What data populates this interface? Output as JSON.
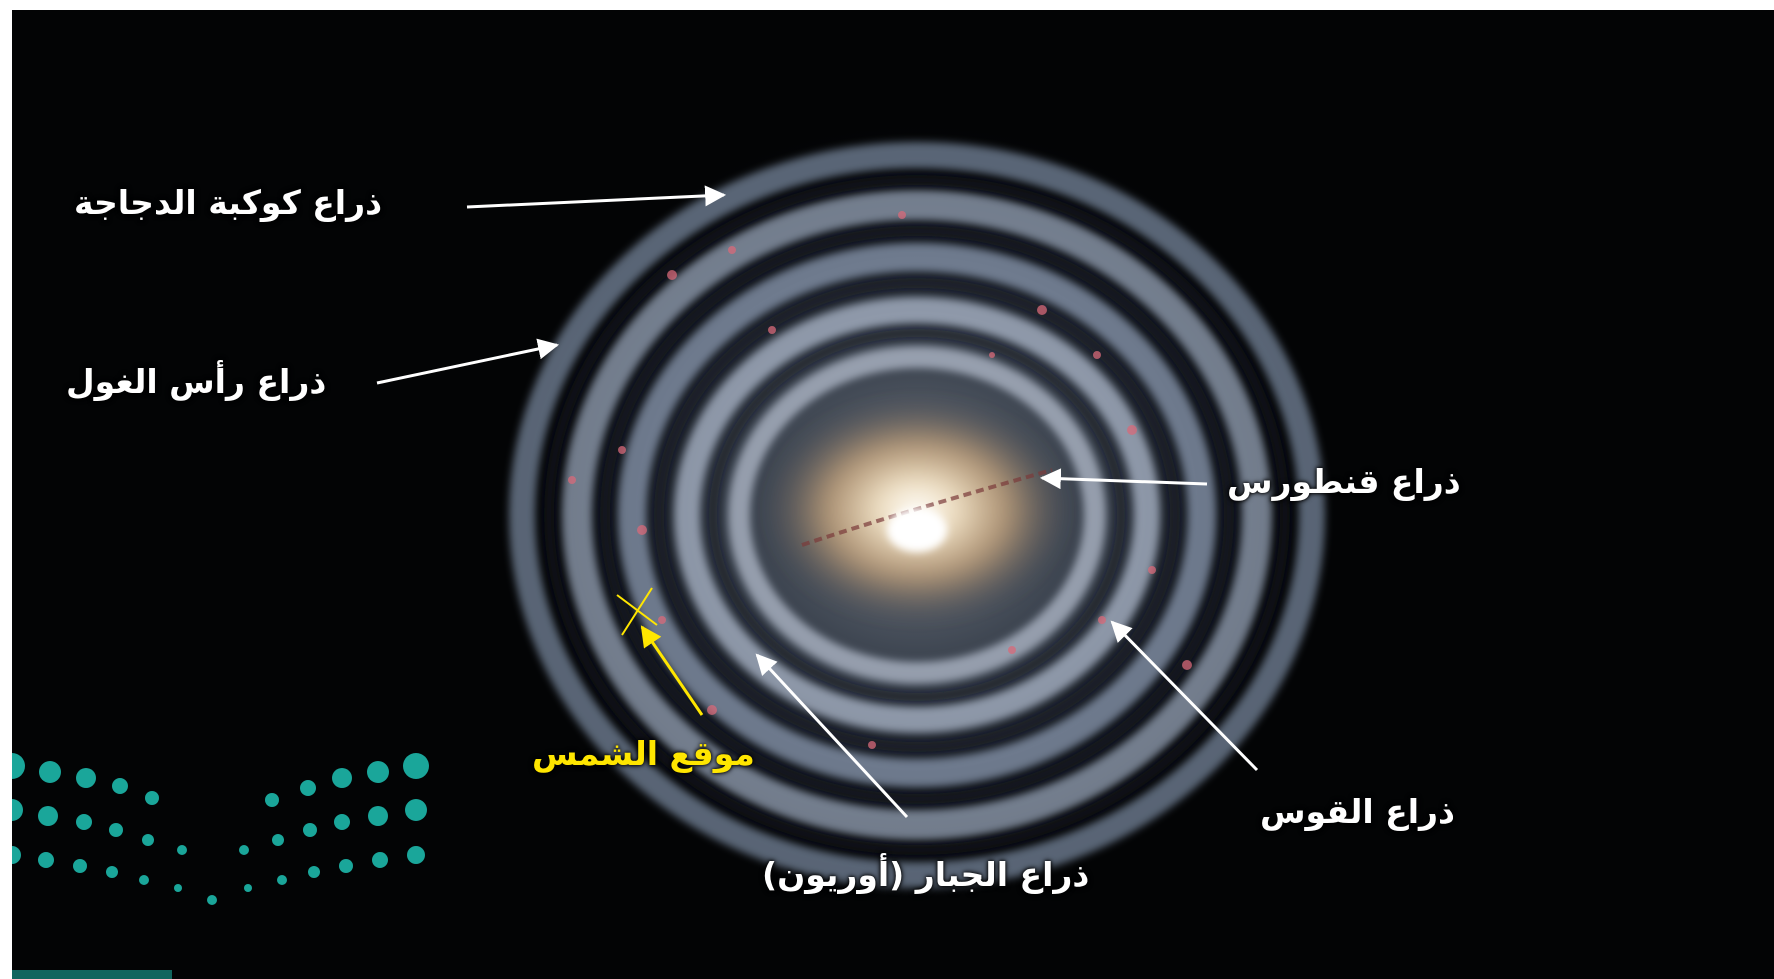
{
  "labels": {
    "cygnus_arm": "ذراع كوكبة الدجاجة",
    "perseus_arm": "ذراع رأس الغول",
    "centaurus_arm": "ذراع قنطورس",
    "sagittarius_arm": "ذراع القوس",
    "orion_arm": "ذراع الجبار (أوريون)",
    "sun_position": "موقع الشمس"
  },
  "colors": {
    "background": "#030405",
    "label_text": "#ffffff",
    "sun_marker": "#ffe600",
    "logo_dots": "#1aa69a"
  },
  "logo": {
    "icon": "ministry-of-education-dots-logo"
  }
}
